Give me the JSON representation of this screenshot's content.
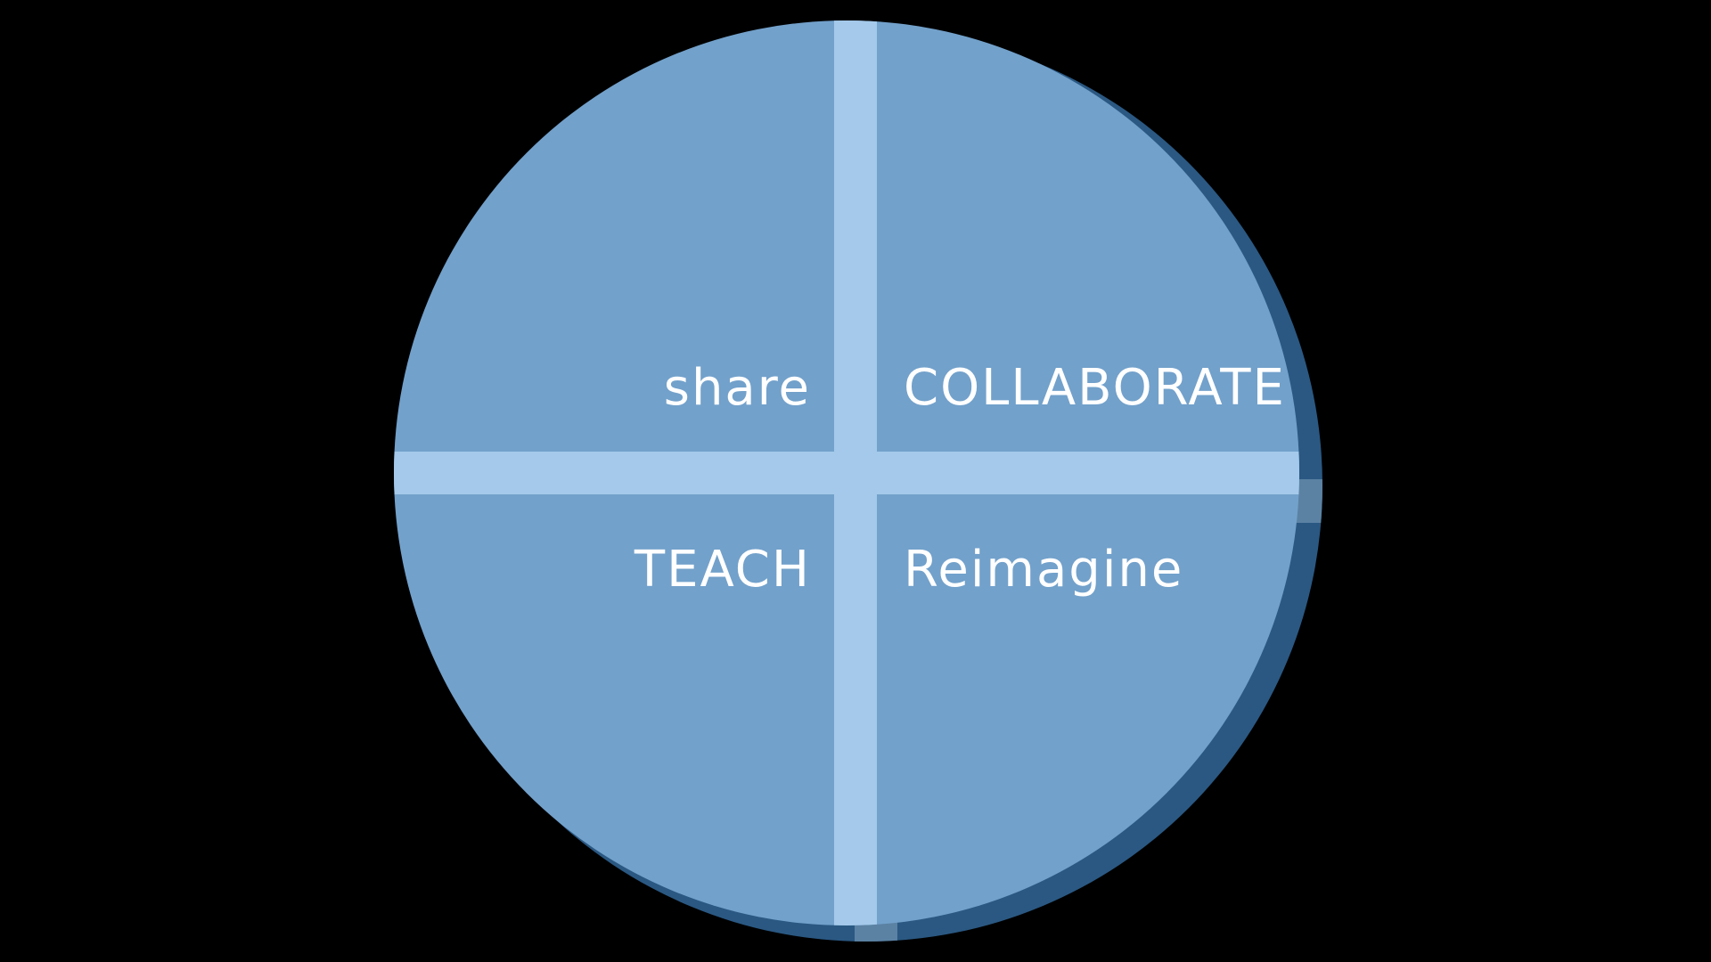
{
  "diagram": {
    "type": "quadrant-circle",
    "quadrants": {
      "top_left": "share",
      "top_right": "COLLABORATE",
      "bottom_left": "TEACH",
      "bottom_right": "Reimagine"
    }
  },
  "colors": {
    "background": "#000000",
    "circle_fill": "#72a1cb",
    "divider": "#a4c9ea",
    "shadow": "#2a5882",
    "shadow_divider": "#5b82a3",
    "text": "#ffffff"
  }
}
